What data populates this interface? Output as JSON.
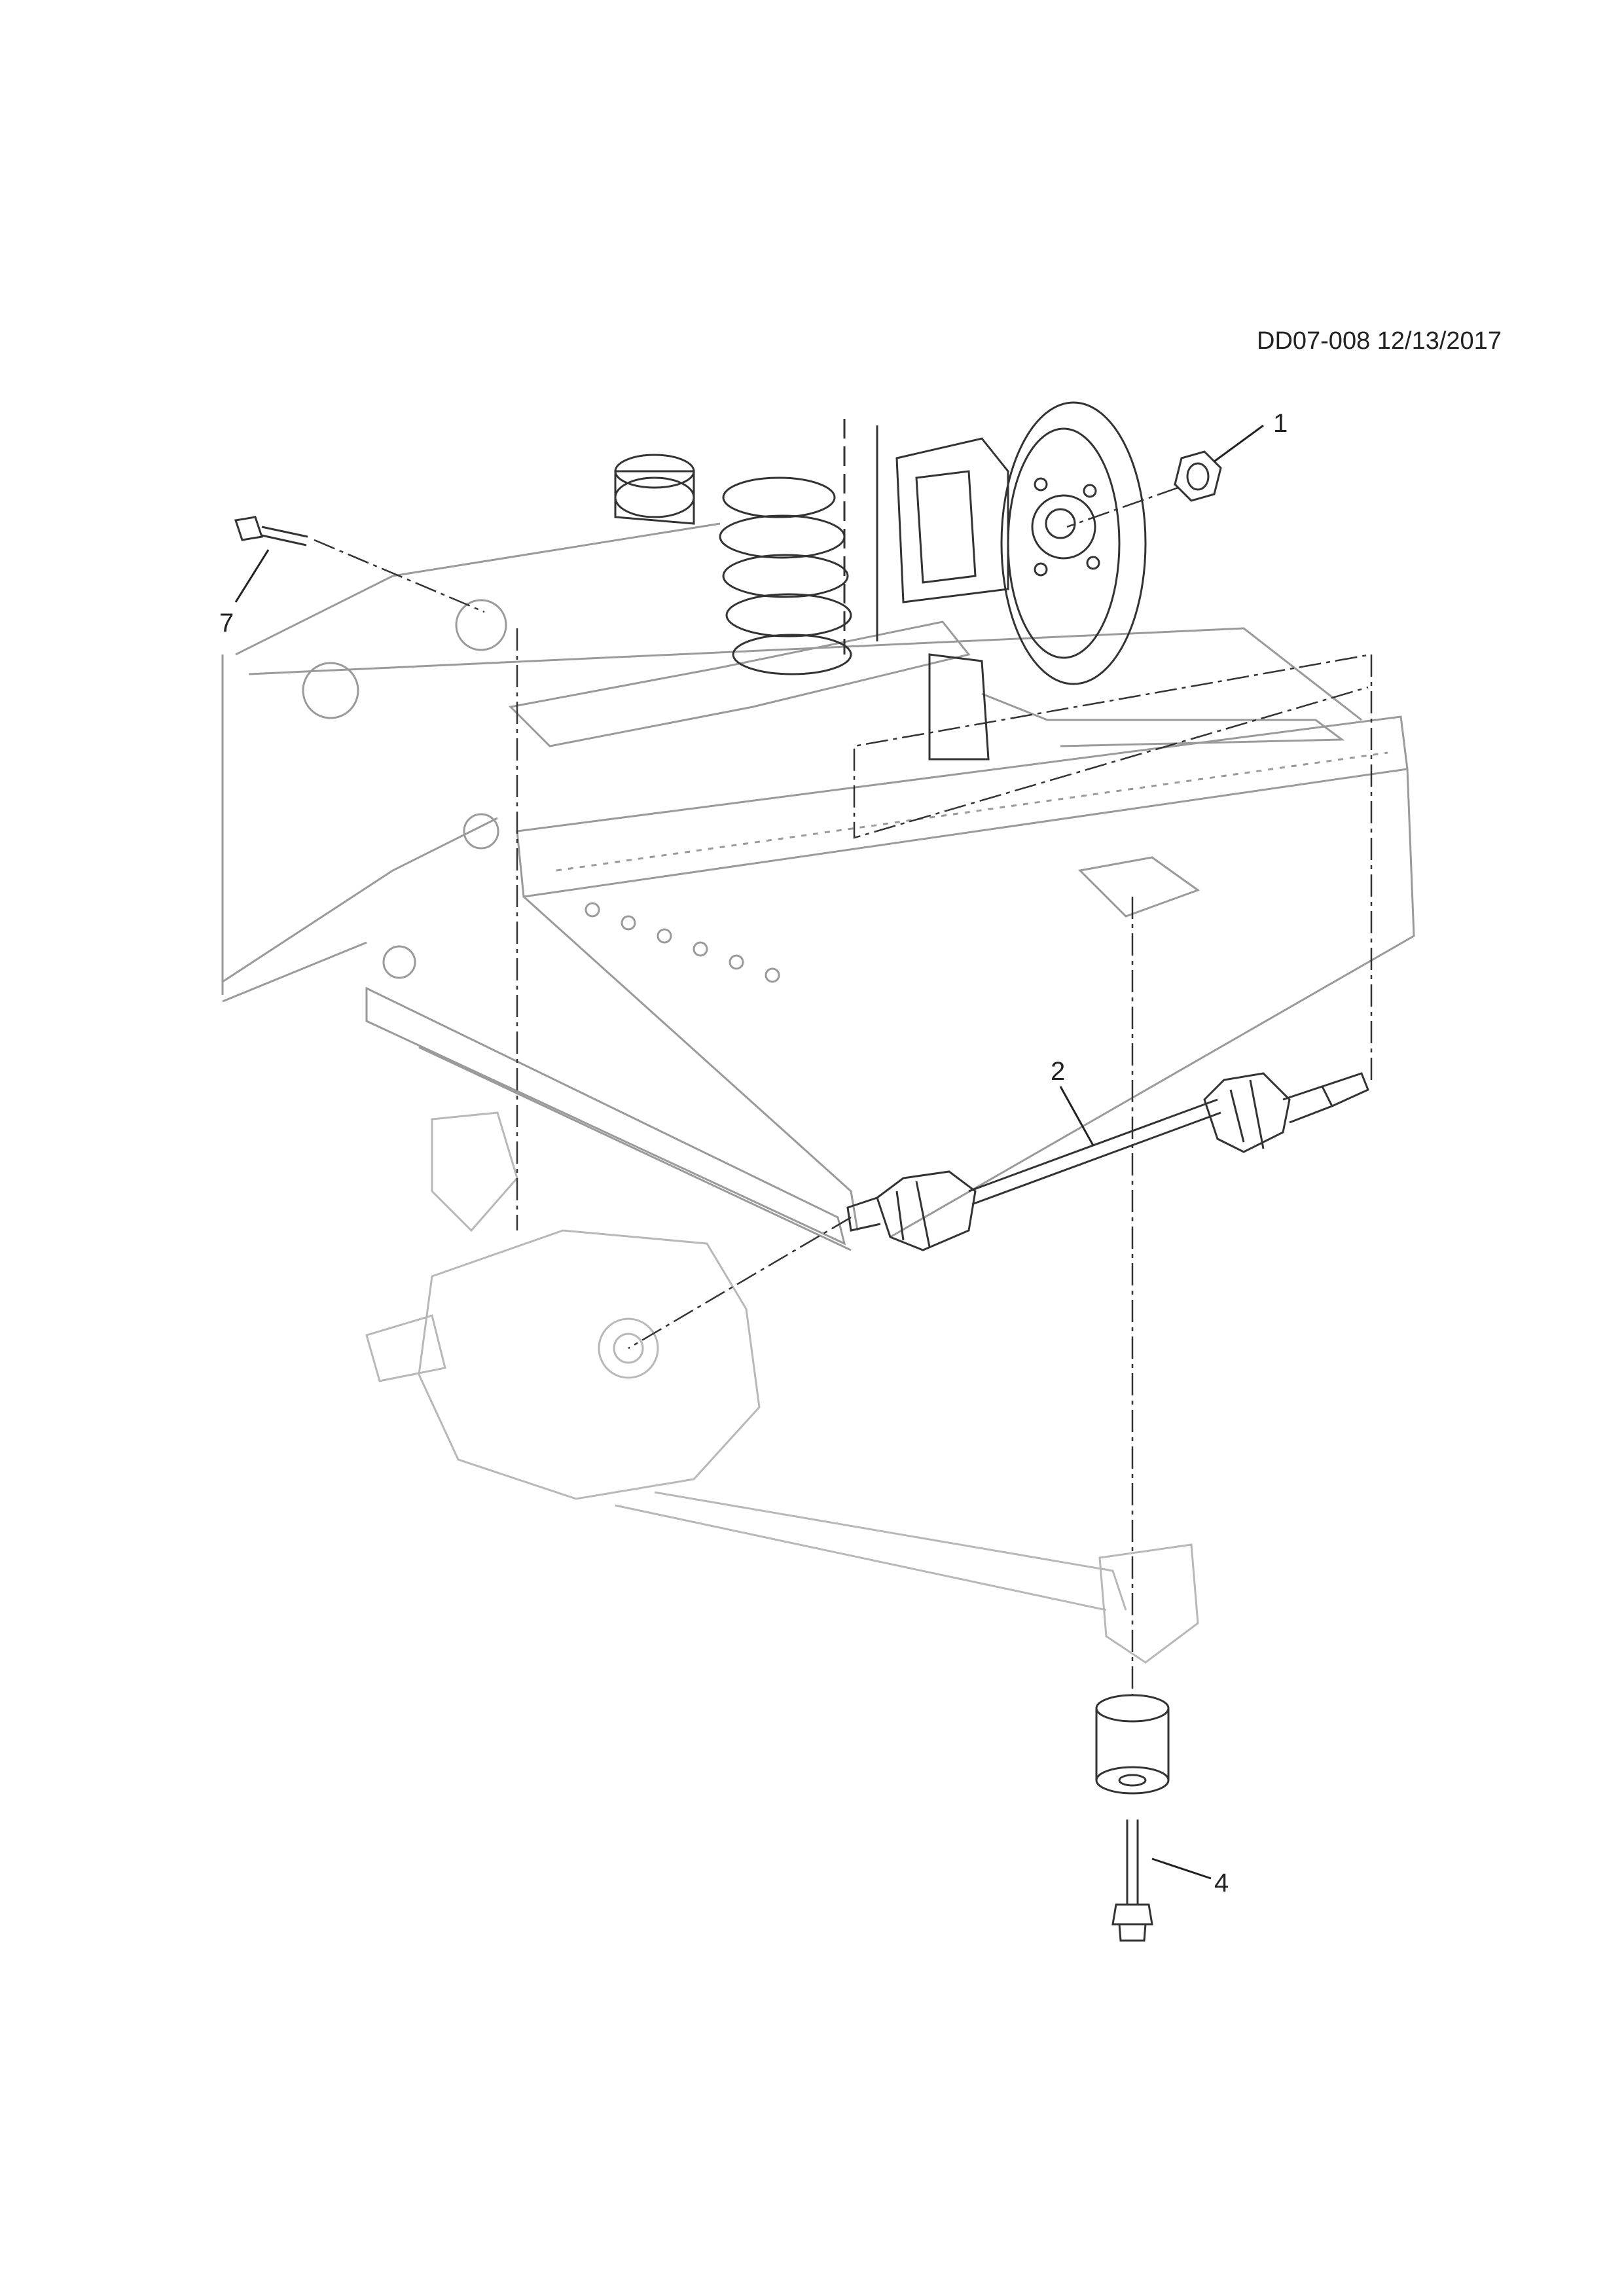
{
  "diagram": {
    "code": "DD07-008 12/13/2017",
    "callouts": [
      {
        "id": "c1",
        "label": "1"
      },
      {
        "id": "c2",
        "label": "2"
      },
      {
        "id": "c4",
        "label": "4"
      },
      {
        "id": "c7",
        "label": "7"
      }
    ]
  },
  "colors": {
    "ink": "#222222",
    "ghost": "#b8b8b8"
  }
}
